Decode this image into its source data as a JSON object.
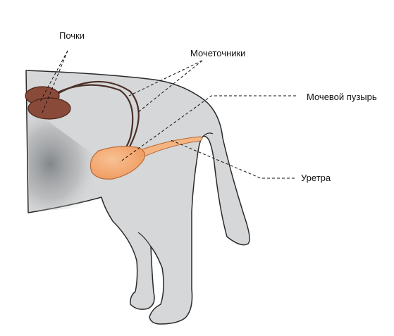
{
  "labels": {
    "kidneys": "Почки",
    "ureters": "Мочеточники",
    "bladder": "Мочевой пузырь",
    "urethra": "Уретра"
  },
  "colors": {
    "body_fill": "#d6d7d8",
    "body_shadow": "#8b8e91",
    "outline": "#2a2a2a",
    "kidney_fill": "#8a4a3a",
    "kidney_outline": "#4a2418",
    "ureter": "#4a3028",
    "bladder_fill": "#f1a36c",
    "bladder_outline": "#b86b3b",
    "urethra_fill": "#f4b582",
    "pointer_line": "#111111"
  }
}
